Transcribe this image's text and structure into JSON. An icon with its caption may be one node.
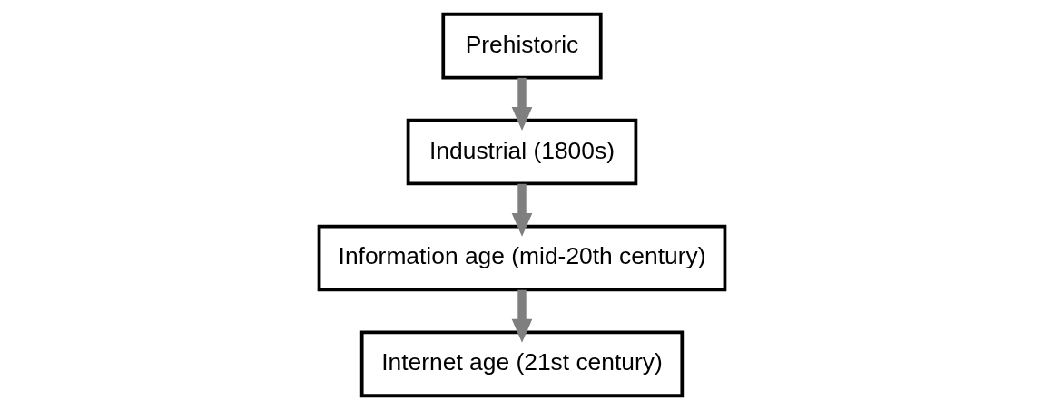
{
  "diagram": {
    "nodes": [
      {
        "text": [
          "Prehistoric"
        ]
      },
      {
        "text": [
          "Industrial (1800s)"
        ]
      },
      {
        "text": [
          "Information age (mid-20th century)"
        ]
      },
      {
        "text": [
          "Internet age (21st century)"
        ]
      }
    ],
    "edges": [
      {
        "from": 0,
        "to": 1,
        "arrow": "to"
      },
      {
        "from": 1,
        "to": 2,
        "arrow": "to"
      },
      {
        "from": 2,
        "to": 3,
        "arrow": "to"
      }
    ]
  }
}
